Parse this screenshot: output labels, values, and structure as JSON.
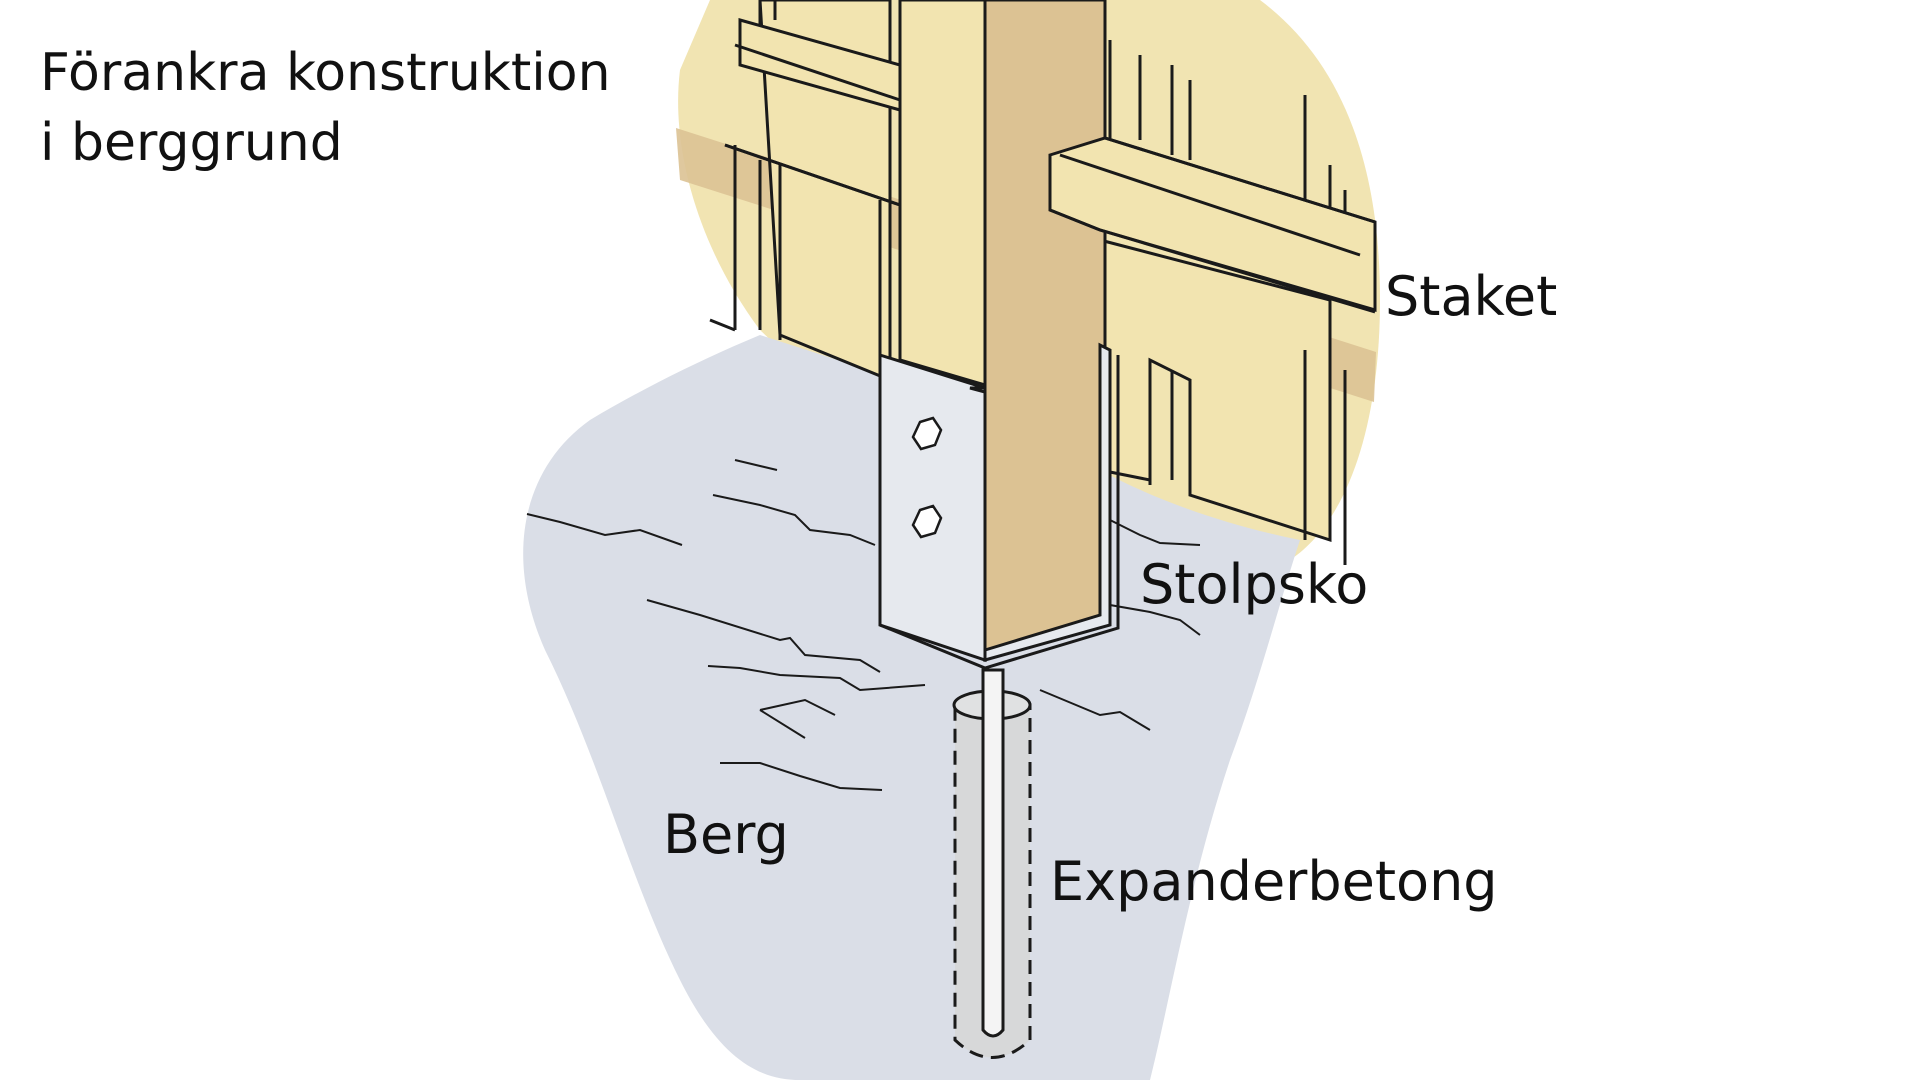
{
  "title": {
    "line1": "Förankra konstruktion",
    "line2": "i berggrund"
  },
  "labels": {
    "fence": "Staket",
    "post_shoe": "Stolpsko",
    "rock": "Berg",
    "expanding_concrete": "Expanderbetong"
  },
  "colors": {
    "background": "#ffffff",
    "sky_blob": "#f1e4b2",
    "ground": "#dadee7",
    "wood_light": "#f2e4b0",
    "wood_dark": "#dcc293",
    "wood_band": "#dcc293",
    "metal": "#e6e9ee",
    "concrete": "#d7d8d9",
    "line": "#1a1a1a"
  }
}
